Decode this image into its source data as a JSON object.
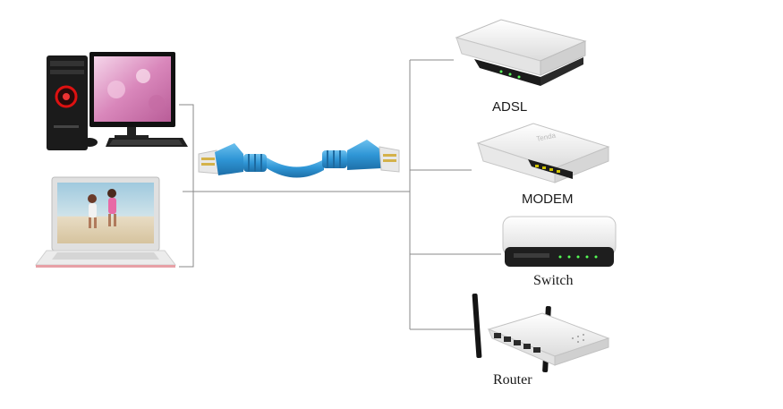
{
  "devices": {
    "adsl": {
      "label": "ADSL"
    },
    "modem": {
      "label": "MODEM",
      "brand_text": "Tenda"
    },
    "switch": {
      "label": "Switch"
    },
    "router": {
      "label": "Router"
    }
  },
  "colors": {
    "line": "#8a8a8a",
    "cable_blue": "#3a9ed8",
    "cable_blue_dark": "#1f77b4",
    "device_white": "#f4f4f4",
    "device_black": "#1c1c1c",
    "screen_pink": "#e4a2c9"
  },
  "icons": [
    "desktop-computer-icon",
    "laptop-icon",
    "ethernet-cable-icon",
    "adsl-device-icon",
    "modem-device-icon",
    "switch-device-icon",
    "router-device-icon"
  ]
}
